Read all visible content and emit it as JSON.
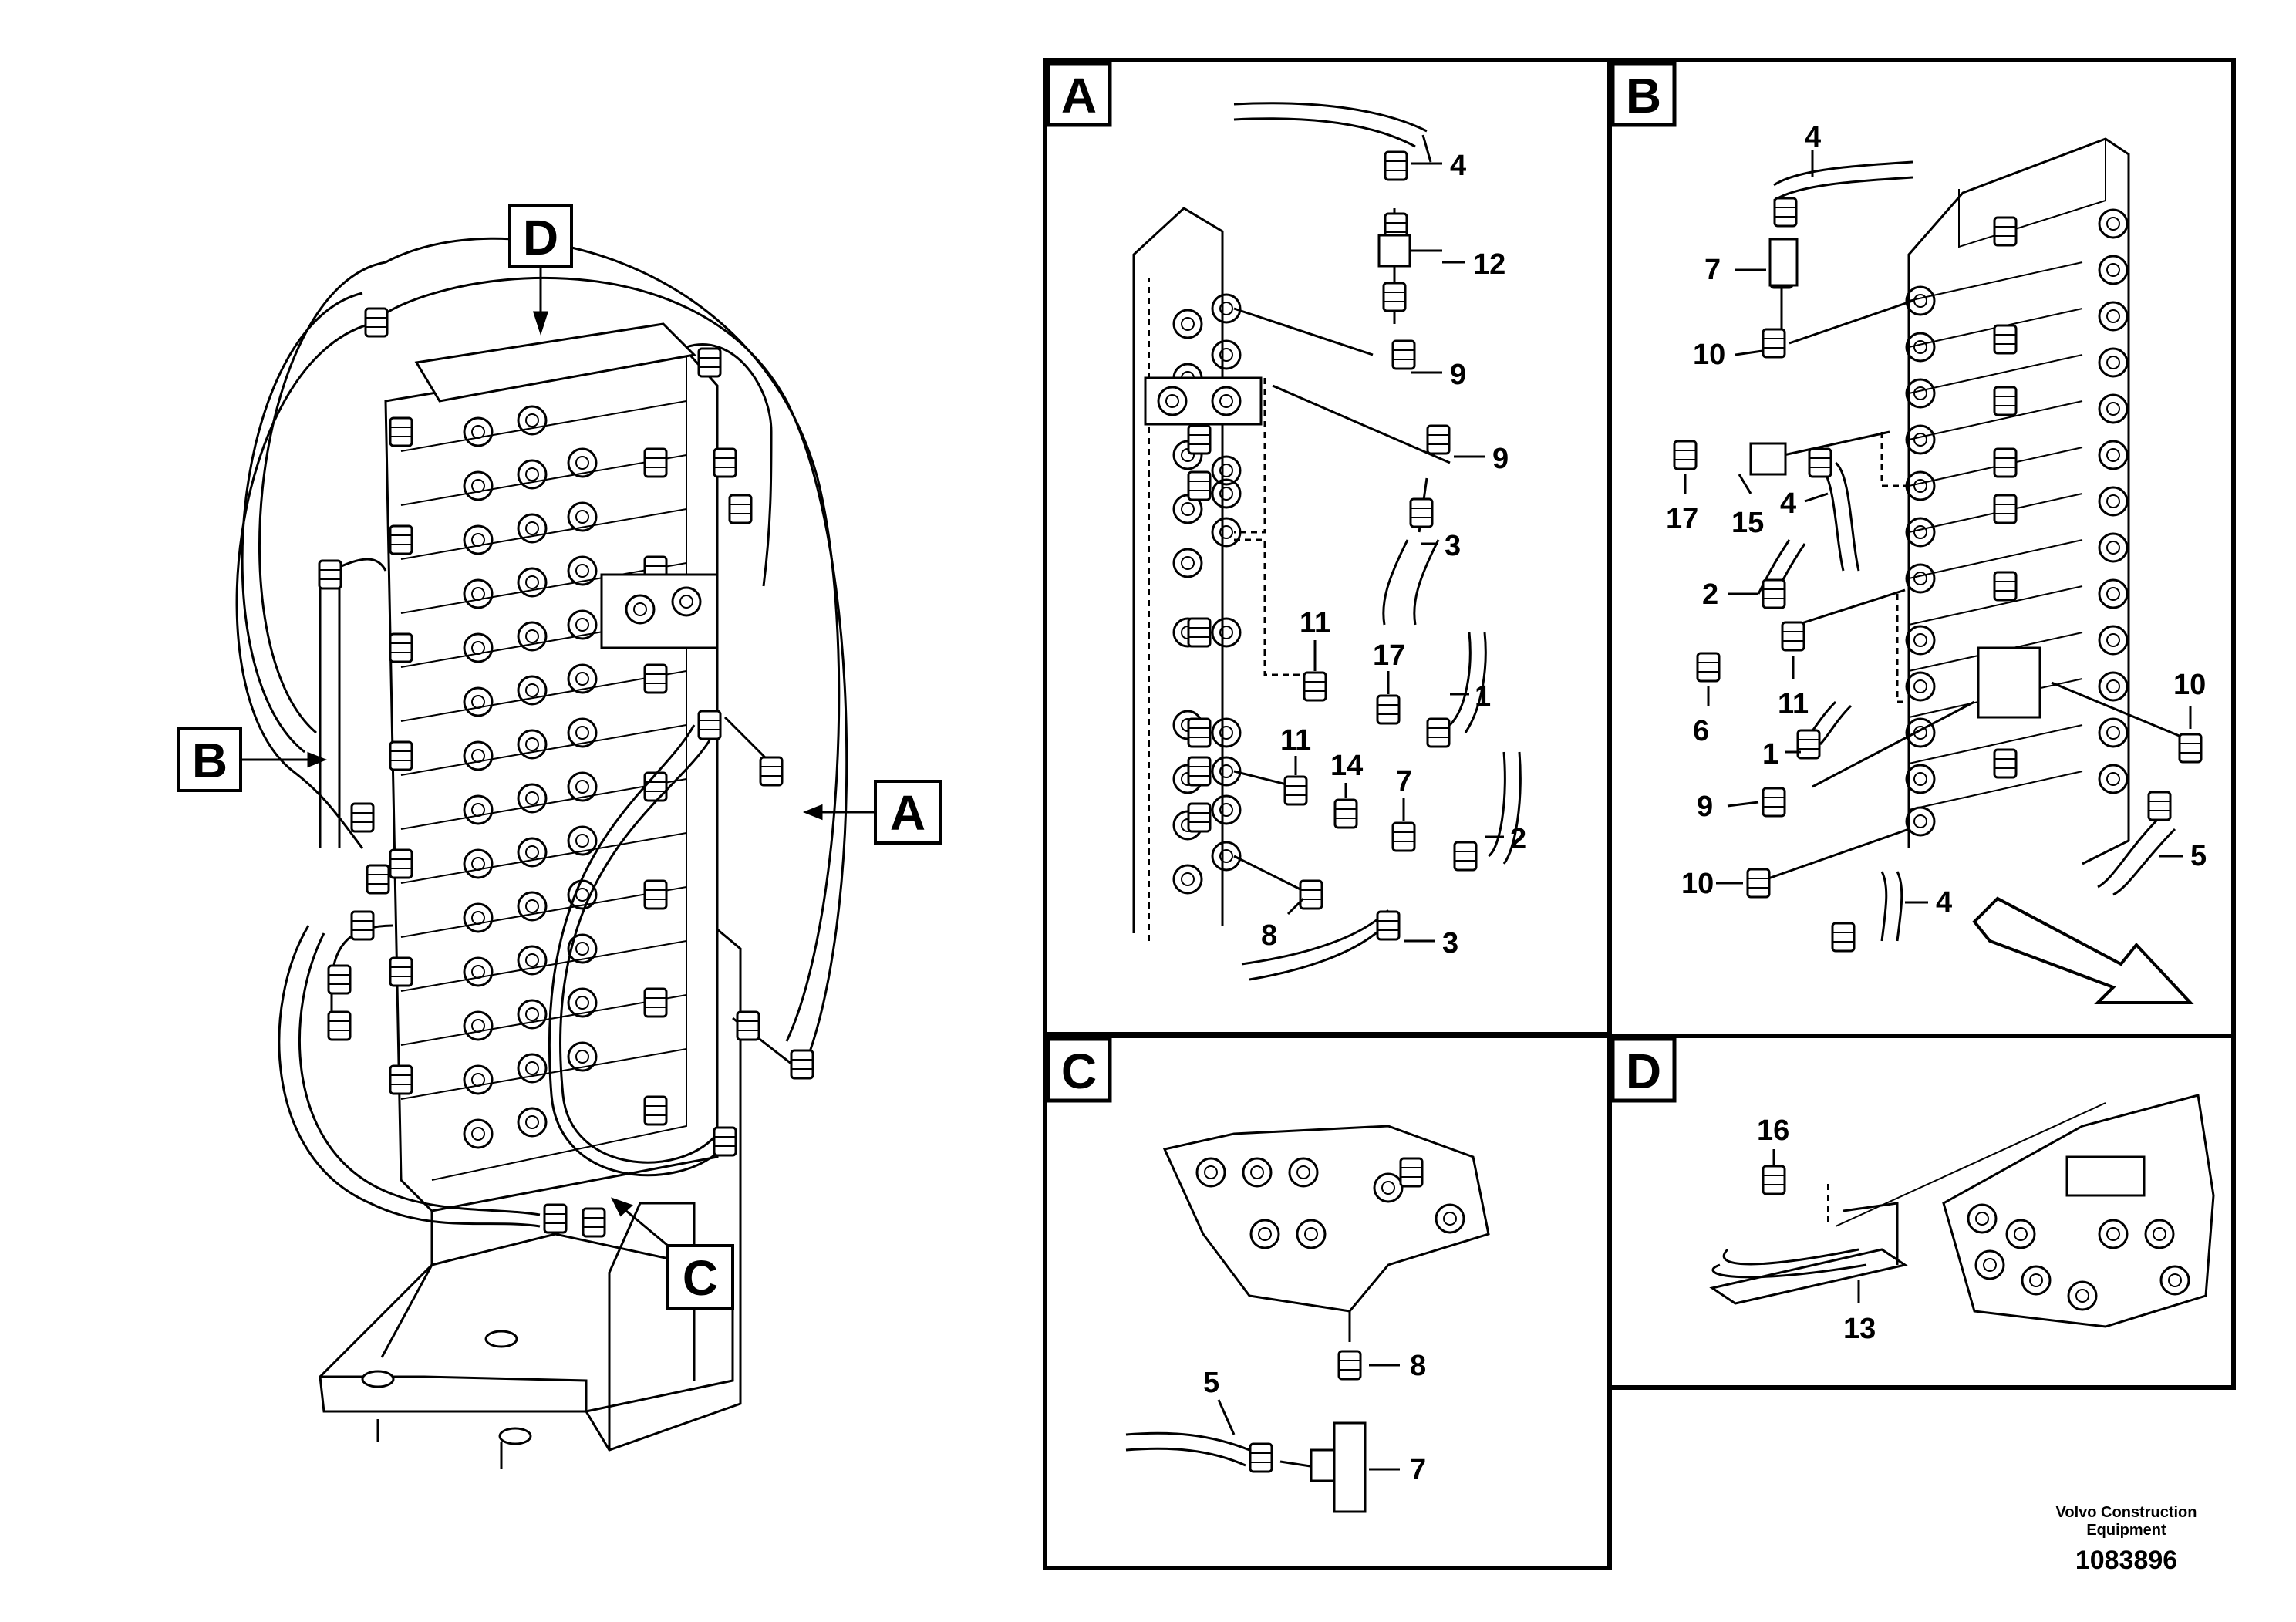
{
  "overview": {
    "callouts": [
      "A",
      "B",
      "C",
      "D"
    ]
  },
  "panels": {
    "A": {
      "title": "A",
      "labels": [
        "4",
        "12",
        "9",
        "9",
        "3",
        "11",
        "17",
        "1",
        "11",
        "14",
        "7",
        "2",
        "8",
        "3"
      ]
    },
    "B": {
      "title": "B",
      "labels": [
        "4",
        "7",
        "10",
        "17",
        "15",
        "4",
        "2",
        "11",
        "6",
        "1",
        "9",
        "10",
        "4",
        "10",
        "5"
      ]
    },
    "C": {
      "title": "C",
      "labels": [
        "5",
        "8",
        "7"
      ]
    },
    "D": {
      "title": "D",
      "labels": [
        "16",
        "13"
      ]
    }
  },
  "footer": {
    "brand": "Volvo Construction Equipment",
    "doc_number": "1083896"
  }
}
